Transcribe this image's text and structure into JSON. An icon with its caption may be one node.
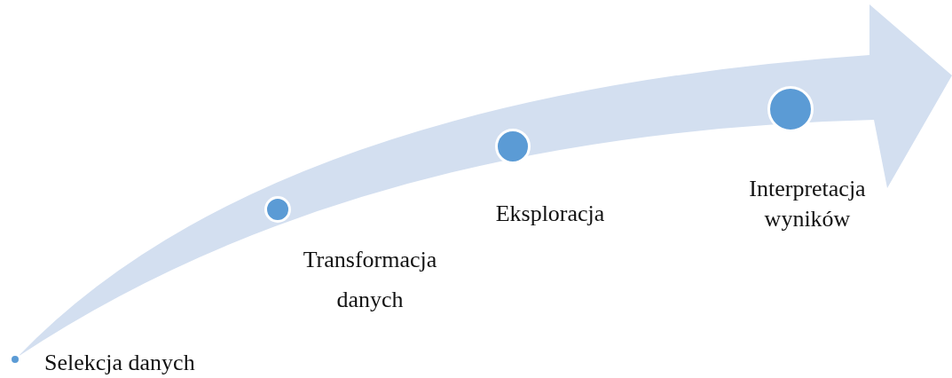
{
  "diagram": {
    "nodes": [
      {
        "text": [],
        "shape": "circle",
        "beside": [
          "Selekcja danych"
        ]
      },
      {
        "text": [],
        "shape": "circle",
        "beside": [
          "Transformacja danych"
        ]
      },
      {
        "text": [],
        "shape": "circle",
        "beside": [
          "Eksploracja"
        ]
      },
      {
        "text": [],
        "shape": "circle",
        "beside": [
          "Interpretacja wyników"
        ]
      }
    ]
  }
}
